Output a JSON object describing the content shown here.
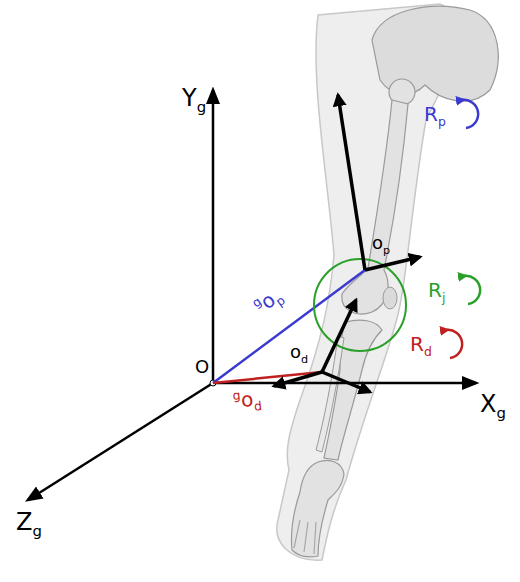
{
  "diagram": {
    "labels": [
      "Y",
      "g",
      "X",
      "g",
      "Z",
      "g",
      "O",
      "g",
      "o",
      "p",
      "g",
      "o",
      "d",
      "o",
      "p",
      "o",
      "d",
      "R",
      "p",
      "R",
      "j",
      "R",
      "d"
    ]
  }
}
